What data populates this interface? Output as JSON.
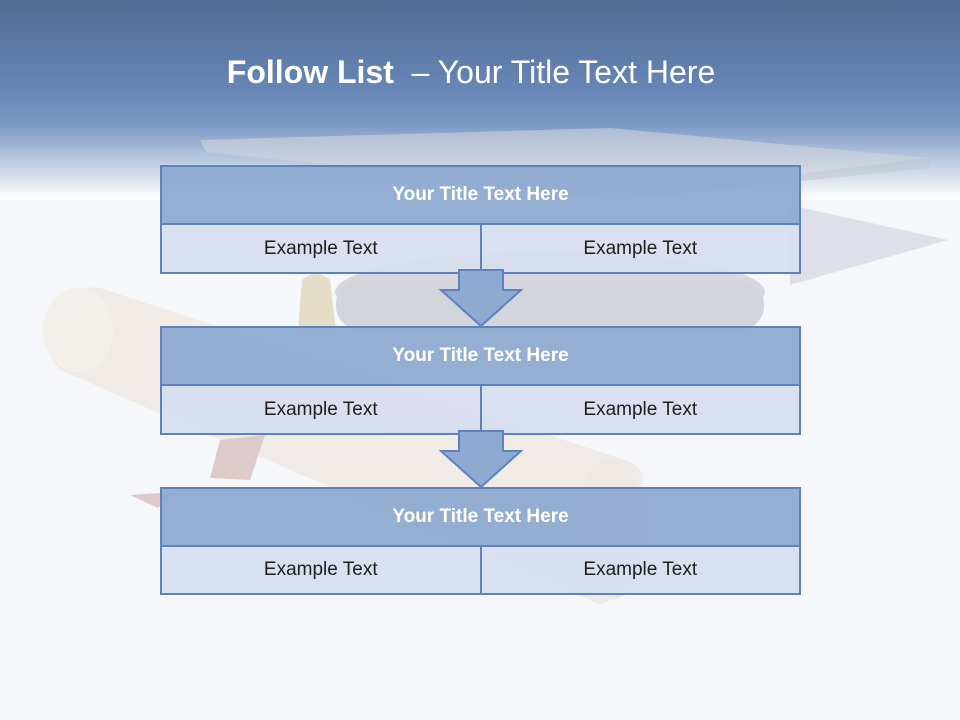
{
  "slide": {
    "title_bold": "Follow List",
    "title_rest": "  – Your Title Text Here"
  },
  "steps": [
    {
      "title": "Your Title Text Here",
      "left": "Example Text",
      "right": "Example Text"
    },
    {
      "title": "Your Title Text Here",
      "left": "Example Text",
      "right": "Example Text"
    },
    {
      "title": "Your Title Text Here",
      "left": "Example Text",
      "right": "Example Text"
    }
  ],
  "colors": {
    "header": "#6786b6",
    "box_border": "#5d82bf",
    "box_title_fill": "#89a6ce",
    "cell_fill": "#d6deee",
    "arrow_fill": "#8eaad2"
  },
  "icons": {
    "background": "graduation-cap-and-diploma-illustration",
    "connector": "down-arrow-icon"
  }
}
